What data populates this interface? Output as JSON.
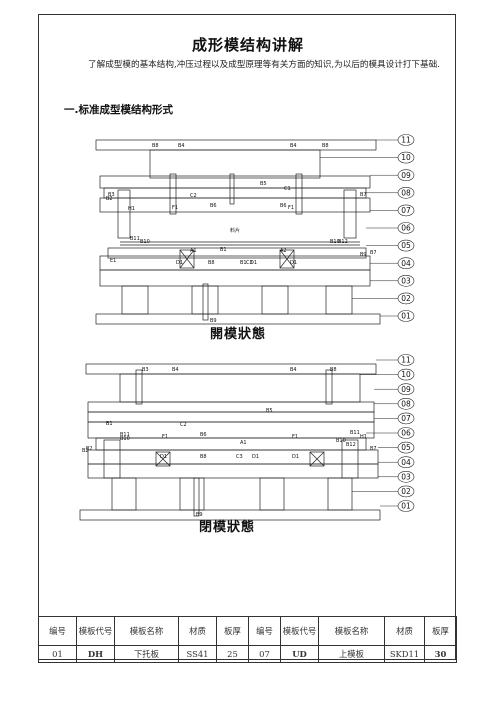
{
  "document": {
    "title": "成形模结构讲解",
    "intro": "了解成型模的基本结构,冲压过程以及成型原理等有关方面的知识,为以后的模具设计打下基础.",
    "section_heading": "一.标准成型模结构形式"
  },
  "diagram_open": {
    "state_label": "開模狀態",
    "callouts": [
      "11",
      "10",
      "09",
      "08",
      "07",
      "06",
      "05",
      "04",
      "03",
      "02",
      "01"
    ],
    "labels": [
      "B8",
      "B4",
      "B4",
      "B8",
      "B5",
      "C1",
      "C2",
      "B6",
      "F1",
      "B6",
      "F1",
      "H1",
      "B3",
      "B7",
      "B2",
      "B10",
      "B11",
      "B1",
      "A1",
      "A2",
      "D1",
      "B8",
      "B1",
      "C3",
      "D1",
      "D1",
      "B9",
      "B10",
      "B12",
      "B7",
      "B9",
      "E1",
      "料片"
    ]
  },
  "diagram_closed": {
    "state_label": "閉模狀態",
    "callouts": [
      "11",
      "10",
      "09",
      "08",
      "07",
      "06",
      "05",
      "04",
      "03",
      "02",
      "01"
    ],
    "labels": [
      "B3",
      "B4",
      "B4",
      "B8",
      "B5",
      "C2",
      "B6",
      "B1",
      "B2",
      "B11",
      "B10",
      "F1",
      "F1",
      "A1",
      "D1",
      "B8",
      "C3",
      "D1",
      "D1",
      "B10",
      "B12",
      "B11",
      "H1",
      "B9",
      "B2",
      "B7"
    ]
  },
  "table": {
    "header": [
      "编号",
      "模板代号",
      "模板名称",
      "材质",
      "板厚",
      "编号",
      "模板代号",
      "模板名称",
      "材质",
      "板厚"
    ],
    "rows": [
      [
        "01",
        "DH",
        "下托板",
        "SS41",
        "25",
        "07",
        "UD",
        "上模板",
        "SKD11",
        "30"
      ]
    ]
  }
}
